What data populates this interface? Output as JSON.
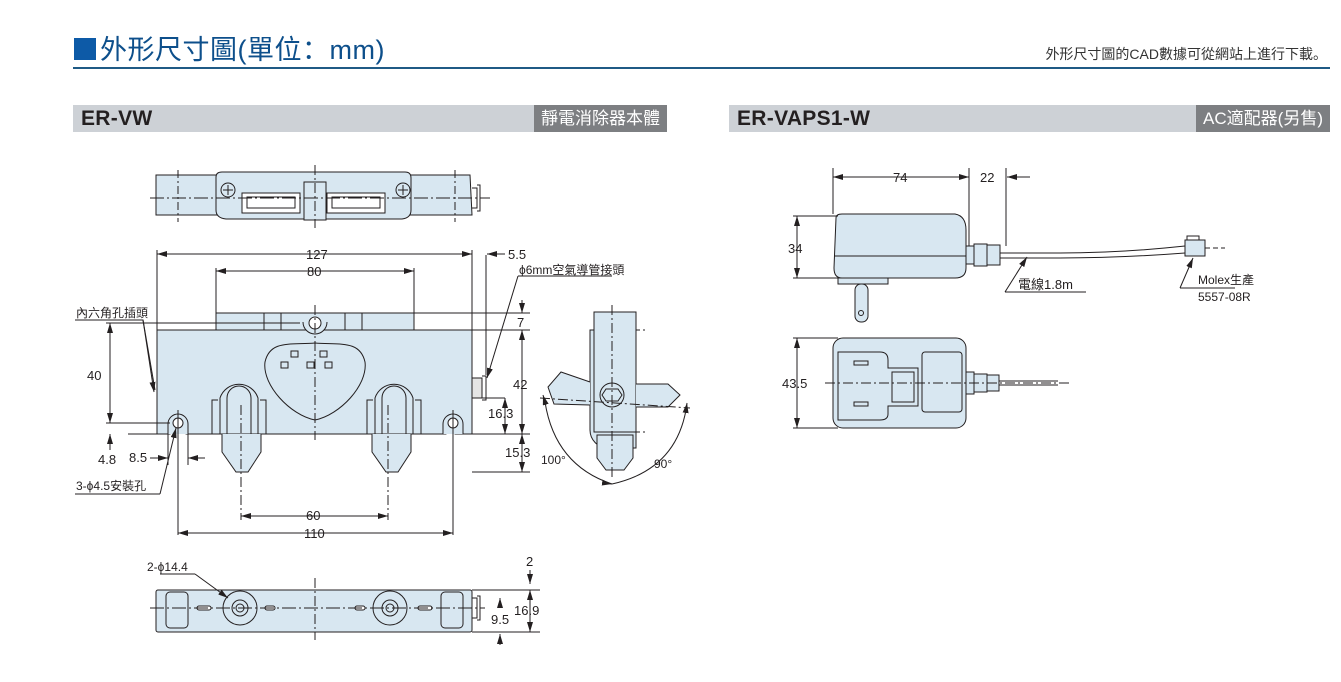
{
  "header": {
    "title": "外形尺寸圖(單位：mm)",
    "note": "外形尺寸圖的CAD數據可從網站上進行下載。",
    "accent_color": "#0d5aa7"
  },
  "sections": [
    {
      "model": "ER-VW",
      "tag": "靜電消除器本體",
      "callouts": {
        "hex_socket": "內六角孔插頭",
        "air_fitting": "ϕ6mm空氣導管接頭",
        "mount_holes": "3-ϕ4.5安裝孔",
        "nozzle_dia": "2-ϕ14.4"
      },
      "dimensions": {
        "overall_width": "127",
        "top_width": "80",
        "fitting_protrusion": "5.5",
        "top_step": "7",
        "body_height_left": "40",
        "body_height_right": "42",
        "fitting_height": "16.3",
        "nozzle_length": "15.3",
        "hole_offset_y": "4.8",
        "hole_offset_x": "8.5",
        "nozzle_pitch": "60",
        "hole_pitch": "110",
        "angle_left": "100°",
        "angle_right": "90°",
        "bottom_step": "2",
        "fitting_center": "9.5",
        "depth": "16.9"
      }
    },
    {
      "model": "ER-VAPS1-W",
      "tag": "AC適配器(另售)",
      "callouts": {
        "cable": "電線1.8m",
        "connector_maker": "Molex生產",
        "connector_part": "5557-08R"
      },
      "dimensions": {
        "body_length": "74",
        "bushing_length": "22",
        "side_height": "34",
        "top_width": "43.5"
      }
    }
  ]
}
